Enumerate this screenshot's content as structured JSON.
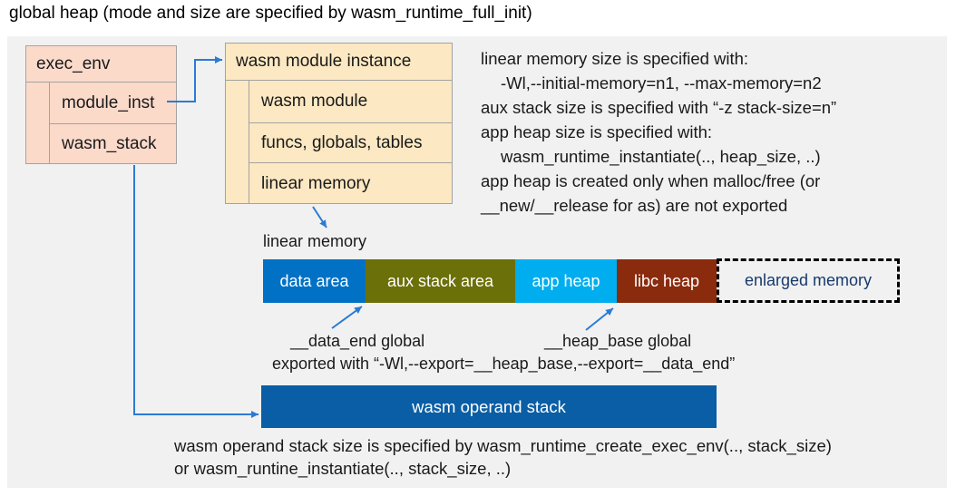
{
  "title": "global heap (mode and size are specified by wasm_runtime_full_init)",
  "exec_env": {
    "header": "exec_env",
    "rows": [
      "module_inst",
      "wasm_stack"
    ]
  },
  "module_instance": {
    "header": "wasm module instance",
    "rows": [
      "wasm module",
      "funcs, globals, tables",
      "linear memory"
    ]
  },
  "notes_right": {
    "lines": [
      "linear memory size is specified with:",
      "-Wl,--initial-memory=n1, --max-memory=n2",
      "aux stack size is specified with “-z stack-size=n”",
      "app heap size is specified with:",
      "wasm_runtime_instantiate(.., heap_size, ..)",
      "app heap is created only when malloc/free (or",
      "__new/__release for as) are not exported"
    ]
  },
  "linear_memory": {
    "label": "linear memory",
    "segments": [
      {
        "label": "data area",
        "color": "#0071c5"
      },
      {
        "label": "aux stack area",
        "color": "#6b7009"
      },
      {
        "label": "app heap",
        "color": "#00aeef"
      },
      {
        "label": "libc heap",
        "color": "#8a2b0d"
      },
      {
        "label": "enlarged memory",
        "border": "dashed-black",
        "text_color": "#173a6d"
      }
    ]
  },
  "globals": {
    "data_end": "__data_end global",
    "heap_base": "__heap_base global",
    "exported": "exported with “-Wl,--export=__heap_base,--export=__data_end”"
  },
  "operand_stack": {
    "label": "wasm operand stack",
    "note_line1": "wasm operand stack size is specified by wasm_runtime_create_exec_env(.., stack_size)",
    "note_line2": "or wasm_runtine_instantiate(.., stack_size, ..)"
  },
  "colors": {
    "panel_bg": "#f1f1f1",
    "exec_env_fill": "#fbdaca",
    "module_instance_fill": "#fce8c2",
    "operand_stack": "#0a5ea5",
    "arrow": "#2b7bd4",
    "enlarged_text": "#173a6d"
  }
}
